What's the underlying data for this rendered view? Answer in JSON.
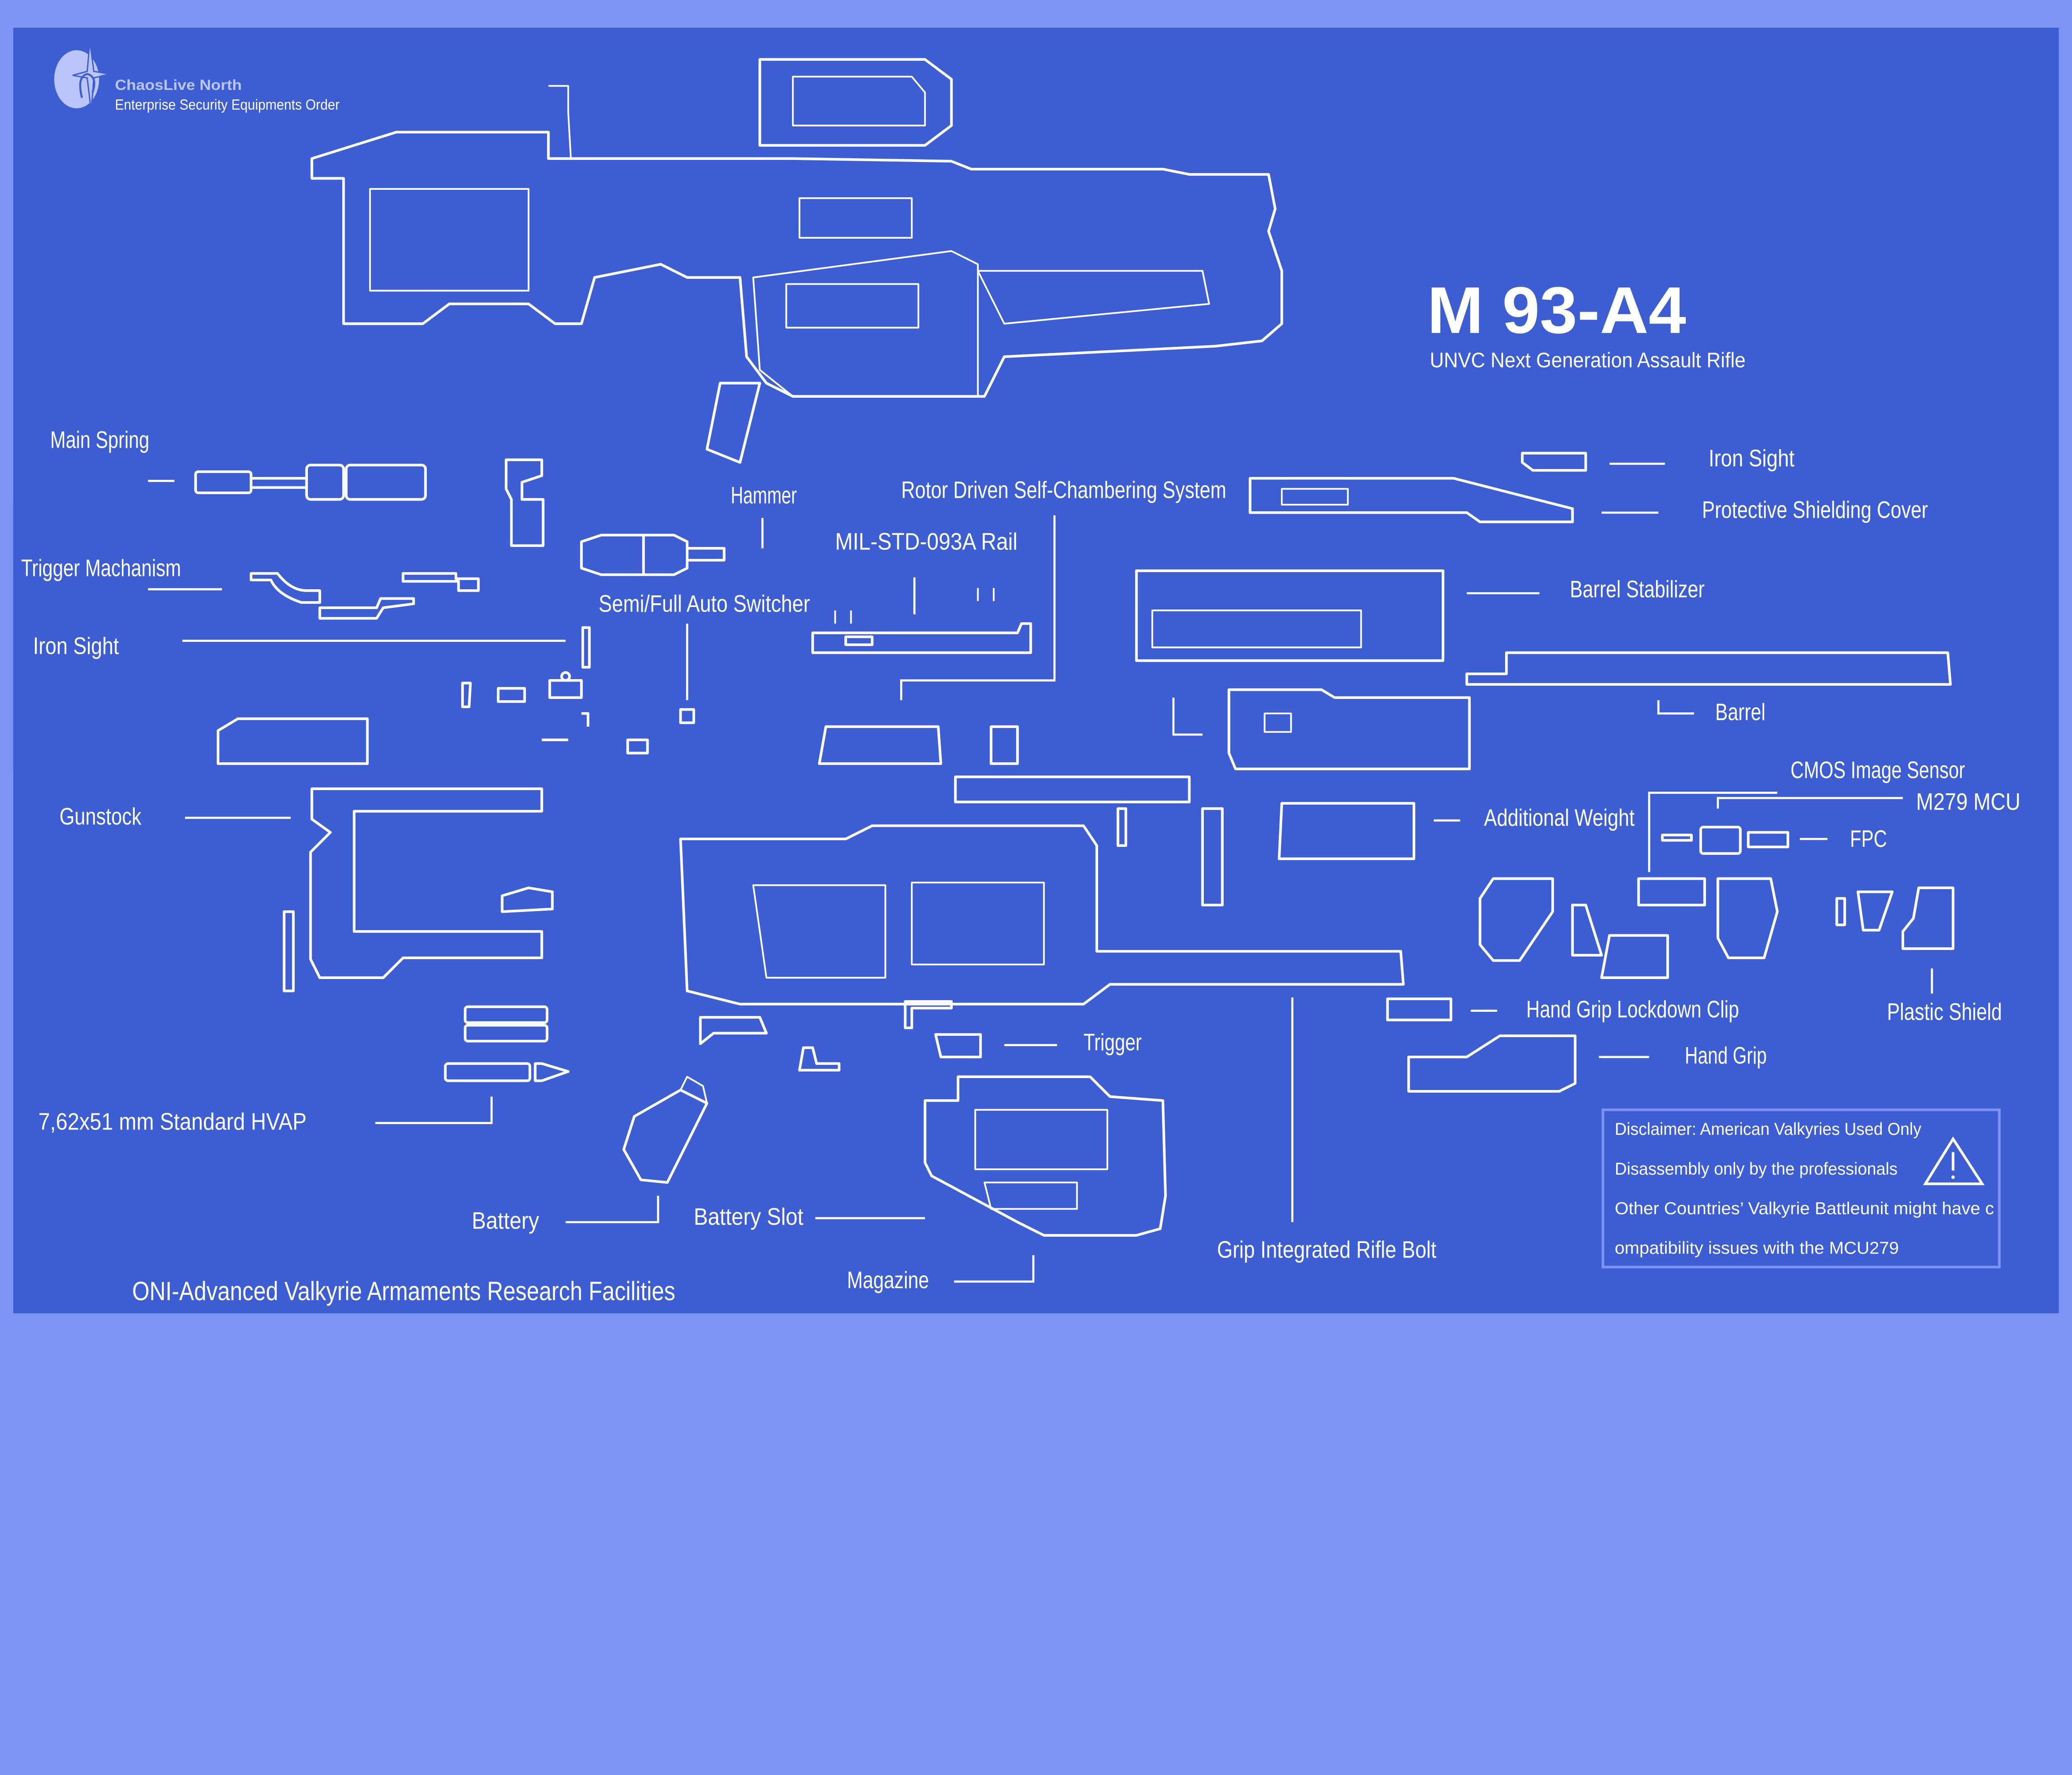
{
  "colors": {
    "frame": "#7d94f3",
    "panel": "#3d5dd3",
    "line": "#ffffff",
    "logo": "#bac6fb"
  },
  "header": {
    "company": "ChaosLive North",
    "division": "Enterprise Security Equipments Order"
  },
  "title": {
    "model": "M 93-A4",
    "subtitle": "UNVC Next Generation Assault Rifle"
  },
  "footer": "ONI-Advanced Valkyrie Armaments Research Facilities",
  "labels": {
    "main_spring": "Main Spring",
    "trigger_mechanism": "Trigger Machanism",
    "iron_sight_left": "Iron Sight",
    "gunstock": "Gunstock",
    "ammo": "7,62x51 mm  Standard HVAP",
    "battery": "Battery",
    "battery_slot": "Battery Slot",
    "magazine": "Magazine",
    "hammer": "Hammer",
    "semi_full": "Semi/Full Auto Switcher",
    "rail": "MIL-STD-093A Rail",
    "rotor": "Rotor Driven Self-Chambering System",
    "trigger": "Trigger",
    "grip_bolt": "Grip Integrated Rifle Bolt",
    "iron_sight_right": "Iron Sight",
    "shield_cover": "Protective Shielding Cover",
    "barrel_stabilizer": "Barrel Stabilizer",
    "barrel": "Barrel",
    "cmos": "CMOS Image Sensor",
    "mcu": "M279 MCU",
    "fpc": "FPC",
    "additional_weight": "Additional Weight",
    "lockdown_clip": "Hand Grip Lockdown Clip",
    "plastic_shield": "Plastic Shield",
    "hand_grip": "Hand Grip"
  },
  "disclaimer": {
    "lines": [
      "Disclaimer: American Valkyries Used Only",
      "Disassembly only by the professionals",
      "Other Countries’  Valkyrie Battleunit might have c",
      "ompatibility issues with the MCU279"
    ],
    "icon": "warning-triangle-icon"
  }
}
